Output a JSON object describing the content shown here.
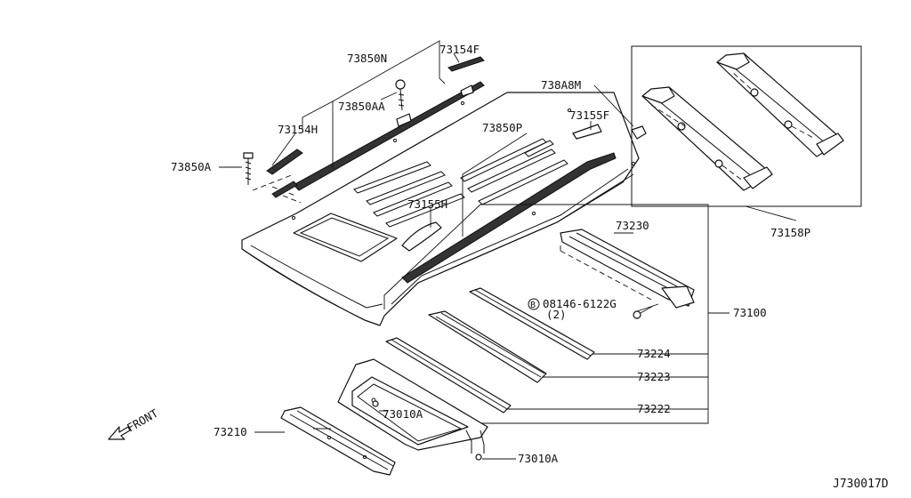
{
  "diagram": {
    "drawing_code": "J730017D",
    "front_label": "FRONT",
    "inset_part": "73158P",
    "labels": {
      "p73850N": "73850N",
      "p73154F": "73154F",
      "p73850AA": "73850AA",
      "p73154H": "73154H",
      "p73850A": "73850A",
      "p738A8M": "738A8M",
      "p73155F": "73155F",
      "p73850P": "73850P",
      "p73155H": "73155H",
      "p73230": "73230",
      "p08146": "08146-6122G",
      "p08146_qty": "(2)",
      "p08146_prefix": "B",
      "p73100": "73100",
      "p73224": "73224",
      "p73223": "73223",
      "p73222": "73222",
      "p73010A_upper": "73010A",
      "p73010A_lower": "73010A",
      "p73210": "73210"
    }
  }
}
